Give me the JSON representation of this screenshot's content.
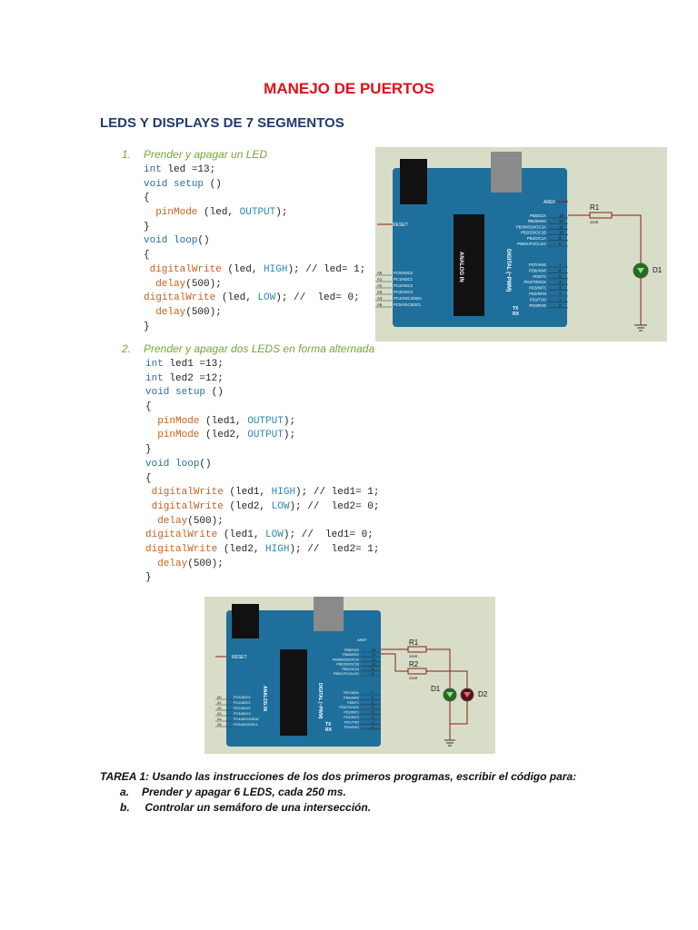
{
  "title": "MANEJO DE PUERTOS",
  "subtitle": "LEDS Y DISPLAYS DE 7 SEGMENTOS",
  "section1": {
    "number": "1.",
    "heading": "Prender y apagar un LED",
    "code": [
      [
        [
          "kw",
          "int"
        ],
        [
          "pl",
          " led =13;"
        ]
      ],
      [
        [
          "kw",
          "void"
        ],
        [
          "pl",
          " "
        ],
        [
          "kw",
          "setup"
        ],
        [
          "pl",
          " ()"
        ]
      ],
      [
        [
          "pl",
          "{"
        ]
      ],
      [
        [
          "pl",
          "  "
        ],
        [
          "fn",
          "pinMode"
        ],
        [
          "pl",
          " (led, "
        ],
        [
          "cn",
          "OUTPUT"
        ],
        [
          "pl",
          ");"
        ]
      ],
      [
        [
          "pl",
          "}"
        ]
      ],
      [
        [
          "kw",
          "void"
        ],
        [
          "pl",
          " "
        ],
        [
          "kw",
          "loop"
        ],
        [
          "pl",
          "()"
        ]
      ],
      [
        [
          "pl",
          "{"
        ]
      ],
      [
        [
          "pl",
          " "
        ],
        [
          "fn",
          "digitalWrite"
        ],
        [
          "pl",
          " (led, "
        ],
        [
          "cn",
          "HIGH"
        ],
        [
          "pl",
          "); // led= 1;"
        ]
      ],
      [
        [
          "pl",
          "  "
        ],
        [
          "fn",
          "delay"
        ],
        [
          "pl",
          "(500);"
        ]
      ],
      [
        [
          "fn",
          "digitalWrite"
        ],
        [
          "pl",
          " (led, "
        ],
        [
          "cn",
          "LOW"
        ],
        [
          "pl",
          "); //  led= 0;"
        ]
      ],
      [
        [
          "pl",
          "  "
        ],
        [
          "fn",
          "delay"
        ],
        [
          "pl",
          "(500);"
        ]
      ],
      [
        [
          "pl",
          "}"
        ]
      ]
    ]
  },
  "section2": {
    "number": "2.",
    "heading": "Prender y apagar dos LEDS en forma alternada",
    "code": [
      [
        [
          "kw",
          "int"
        ],
        [
          "pl",
          " led1 =13;"
        ]
      ],
      [
        [
          "kw",
          "int"
        ],
        [
          "pl",
          " led2 =12;"
        ]
      ],
      [
        [
          "kw",
          "void"
        ],
        [
          "pl",
          " "
        ],
        [
          "kw",
          "setup"
        ],
        [
          "pl",
          " ()"
        ]
      ],
      [
        [
          "pl",
          "{"
        ]
      ],
      [
        [
          "pl",
          "  "
        ],
        [
          "fn",
          "pinMode"
        ],
        [
          "pl",
          " (led1, "
        ],
        [
          "cn",
          "OUTPUT"
        ],
        [
          "pl",
          ");"
        ]
      ],
      [
        [
          "pl",
          "  "
        ],
        [
          "fn",
          "pinMode"
        ],
        [
          "pl",
          " (led2, "
        ],
        [
          "cn",
          "OUTPUT"
        ],
        [
          "pl",
          ");"
        ]
      ],
      [
        [
          "pl",
          "}"
        ]
      ],
      [
        [
          "kw",
          "void"
        ],
        [
          "pl",
          " "
        ],
        [
          "kw",
          "loop"
        ],
        [
          "pl",
          "()"
        ]
      ],
      [
        [
          "pl",
          "{"
        ]
      ],
      [
        [
          "pl",
          " "
        ],
        [
          "fn",
          "digitalWrite"
        ],
        [
          "pl",
          " (led1, "
        ],
        [
          "cn",
          "HIGH"
        ],
        [
          "pl",
          "); // led1= 1;"
        ]
      ],
      [
        [
          "pl",
          " "
        ],
        [
          "fn",
          "digitalWrite"
        ],
        [
          "pl",
          " (led2, "
        ],
        [
          "cn",
          "LOW"
        ],
        [
          "pl",
          "); //  led2= 0;"
        ]
      ],
      [
        [
          "pl",
          "  "
        ],
        [
          "fn",
          "delay"
        ],
        [
          "pl",
          "(500);"
        ]
      ],
      [
        [
          "fn",
          "digitalWrite"
        ],
        [
          "pl",
          " (led1, "
        ],
        [
          "cn",
          "LOW"
        ],
        [
          "pl",
          "); //  led1= 0;"
        ]
      ],
      [
        [
          "fn",
          "digitalWrite"
        ],
        [
          "pl",
          " (led2, "
        ],
        [
          "cn",
          "HIGH"
        ],
        [
          "pl",
          "); //  led2= 1;"
        ]
      ],
      [
        [
          "pl",
          "  "
        ],
        [
          "fn",
          "delay"
        ],
        [
          "pl",
          "(500);"
        ]
      ],
      [
        [
          "pl",
          "}"
        ]
      ]
    ]
  },
  "colors": {
    "title": "#e0101a",
    "subtitle": "#1f3b6e",
    "heading": "#7aa43a",
    "board": "#1e6f9c",
    "wire": "#8b1a1a"
  },
  "circuit1": {
    "aref": "AREF",
    "reset": "RESET",
    "r1": "R1",
    "r1_value": "330R",
    "d1": "D1",
    "right_pins": [
      "PB5/SCK",
      "PB4/MISO",
      "PB3/MOSI/OC2A",
      "PB2/SS/OC1B",
      "PB1/OC1A",
      "PB0/ICP1/CLKO"
    ],
    "right_nums": [
      "13",
      "12",
      "11",
      "10",
      "9",
      "8"
    ],
    "right_pins2": [
      "PD7/AIN1",
      "PD6/AIN0",
      "PD5/T1",
      "PD4/T0/XCK",
      "PD3/INT1",
      "PD2/INT0",
      "PD1/TXD",
      "PD0/RXD"
    ],
    "right_nums2": [
      "7",
      "6",
      "5",
      "4",
      "3",
      "2",
      "1",
      "0"
    ],
    "left_pins": [
      "PC0/ADC0",
      "PC1/ADC1",
      "PC2/ADC2",
      "PC3/ADC3",
      "PC4/ADC4/SDA",
      "PC5/ADC5/SCL"
    ],
    "left_nums": [
      "A0",
      "A1",
      "A2",
      "A3",
      "A4",
      "A5"
    ],
    "analog": "ANALOG IN",
    "digital": "DIGITAL (~PWM)",
    "tx": "TX",
    "rx": "RX"
  },
  "circuit2": {
    "aref": "AREF",
    "reset": "RESET",
    "r1": "R1",
    "r1_value": "330R",
    "r2": "R2",
    "r2_value": "330R",
    "d1": "D1",
    "d2": "D2",
    "analog": "ANALOG IN",
    "digital": "DIGITAL (~PWM)",
    "tx": "TX",
    "rx": "RX"
  },
  "tarea": {
    "heading": "TAREA 1: Usando las instrucciones de los dos primeros programas, escribir el código para:",
    "items": [
      {
        "letter": "a.",
        "text": "Prender y apagar 6 LEDS, cada 250 ms."
      },
      {
        "letter": "b.",
        "text": " Controlar un semáforo de una intersección."
      }
    ]
  }
}
